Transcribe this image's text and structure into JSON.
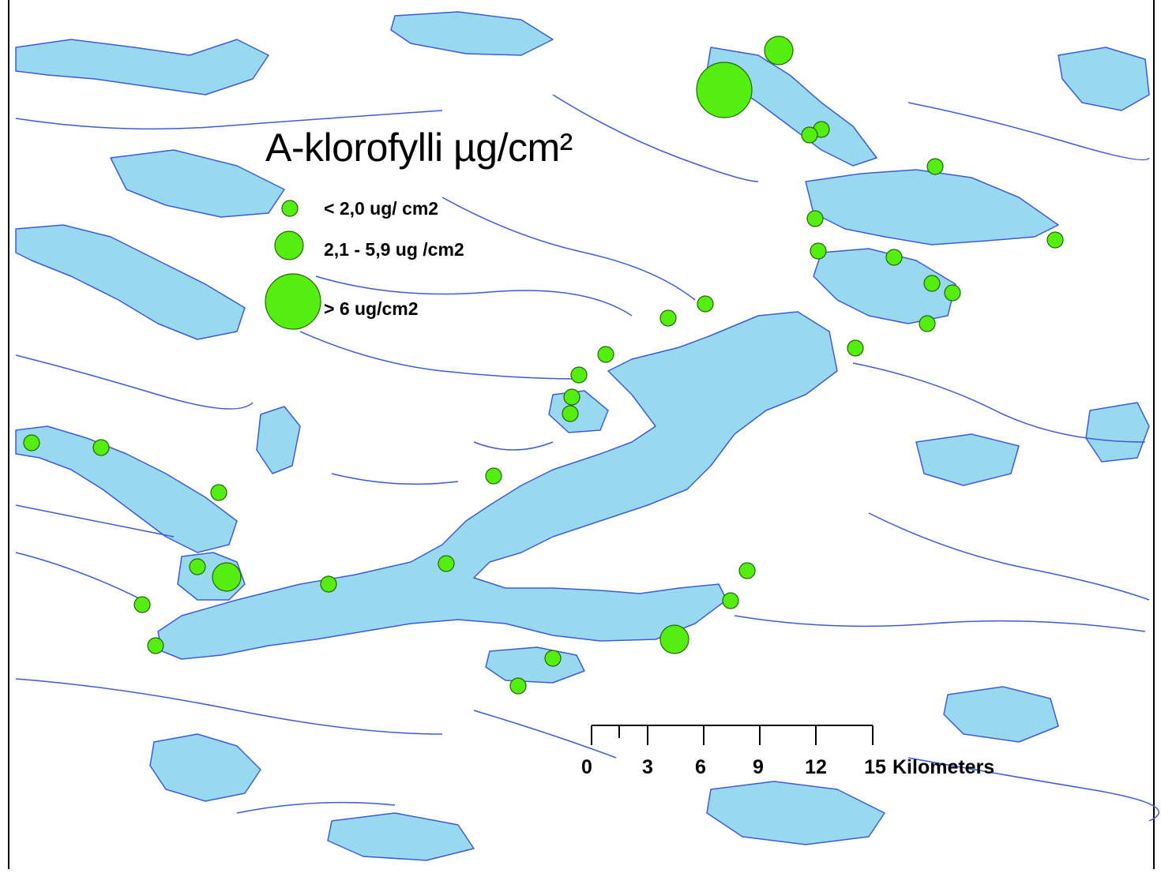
{
  "map": {
    "title": "A-klorofylli µg/cm²",
    "colors": {
      "water": "#99d9ef",
      "shoreline": "#3b5bdb",
      "stream": "#3b5bdb",
      "site": "#55ee11",
      "site_outline": "#226600"
    }
  },
  "legend": {
    "items": [
      {
        "class": "small",
        "label": "< 2,0 ug/ cm2"
      },
      {
        "class": "medium",
        "label": "2,1 - 5,9 ug /cm2"
      },
      {
        "class": "large",
        "label": "> 6 ug/cm2"
      }
    ]
  },
  "scale_bar": {
    "ticks": [
      "0",
      "3",
      "6",
      "9",
      "12",
      "15"
    ],
    "unit": "Kilometers"
  }
}
